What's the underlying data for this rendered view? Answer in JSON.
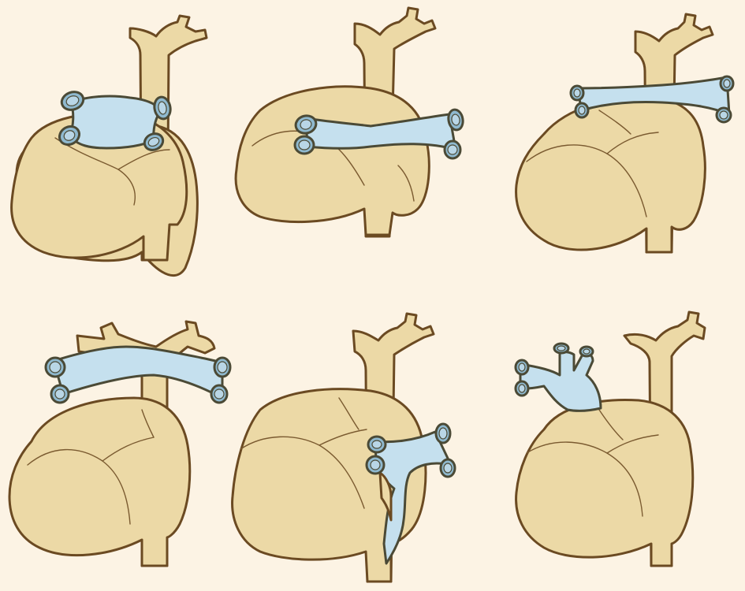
{
  "figure": {
    "background": "#fcf3e4",
    "heart_fill": "#ecd9a6",
    "outline": "#6b4a22",
    "vein_fill": "#c5e0ee",
    "panels": [
      {
        "id": "panel-1",
        "view": "posterior",
        "vein_variant": "confluence-with-four-ostia"
      },
      {
        "id": "panel-2",
        "view": "posterior",
        "vein_variant": "horizontal-common-trunk"
      },
      {
        "id": "panel-3",
        "view": "posterior",
        "vein_variant": "high-horizontal-common-trunk"
      },
      {
        "id": "panel-4",
        "view": "posterior",
        "vein_variant": "supracardiac-crossing-trunk"
      },
      {
        "id": "panel-5",
        "view": "posterior",
        "vein_variant": "descending-vertical-vein"
      },
      {
        "id": "panel-6",
        "view": "posterior",
        "vein_variant": "collector-ascending-branches"
      }
    ]
  }
}
